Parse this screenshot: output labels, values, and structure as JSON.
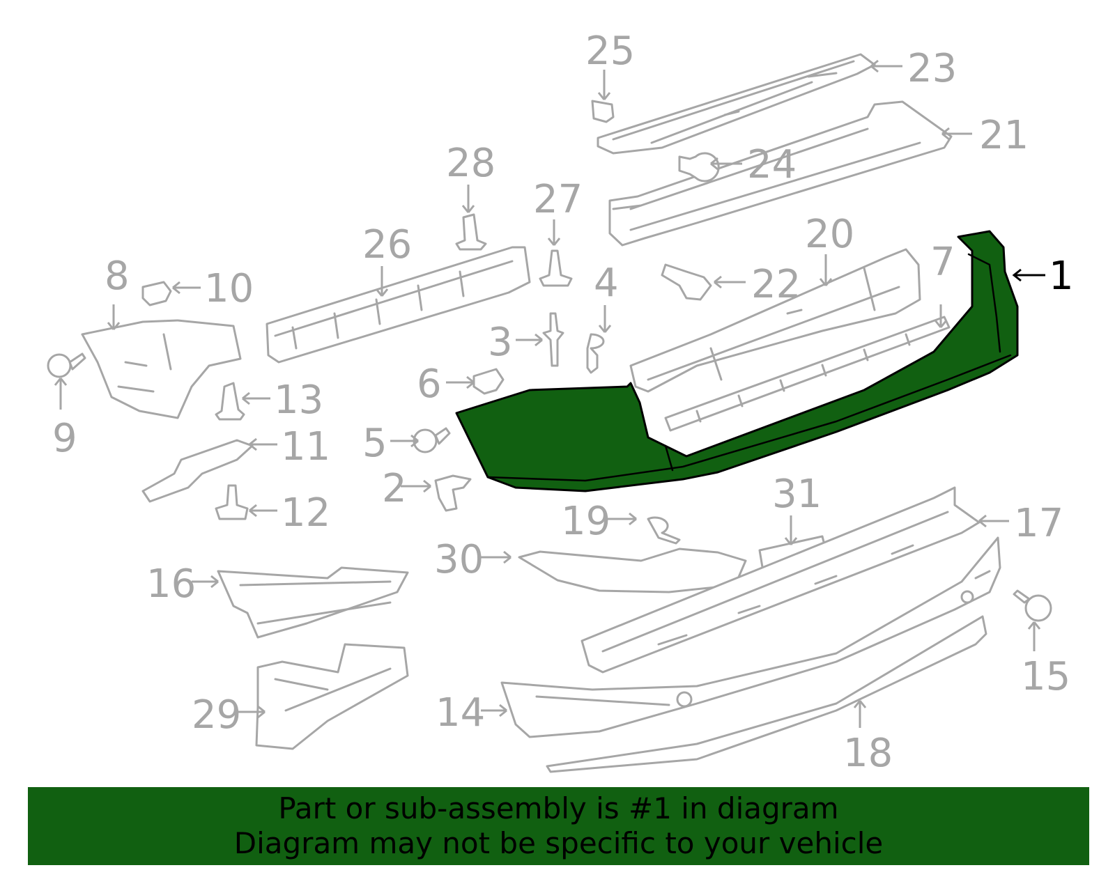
{
  "colors": {
    "highlight": "#116011",
    "parts": "#a6a6a6",
    "highlight_label": "#000000"
  },
  "callouts": [
    {
      "num": "1",
      "highlighted": true
    },
    {
      "num": "2"
    },
    {
      "num": "3"
    },
    {
      "num": "4"
    },
    {
      "num": "5"
    },
    {
      "num": "6"
    },
    {
      "num": "7"
    },
    {
      "num": "8"
    },
    {
      "num": "9"
    },
    {
      "num": "10"
    },
    {
      "num": "11"
    },
    {
      "num": "12"
    },
    {
      "num": "13"
    },
    {
      "num": "14"
    },
    {
      "num": "15"
    },
    {
      "num": "16"
    },
    {
      "num": "17"
    },
    {
      "num": "18"
    },
    {
      "num": "19"
    },
    {
      "num": "20"
    },
    {
      "num": "21"
    },
    {
      "num": "22"
    },
    {
      "num": "23"
    },
    {
      "num": "24"
    },
    {
      "num": "25"
    },
    {
      "num": "26"
    },
    {
      "num": "27"
    },
    {
      "num": "28"
    },
    {
      "num": "29"
    },
    {
      "num": "30"
    },
    {
      "num": "31"
    }
  ],
  "banner": {
    "line1": "Part or sub-assembly is #1 in diagram",
    "line2": "Diagram may not be specific to your vehicle"
  }
}
